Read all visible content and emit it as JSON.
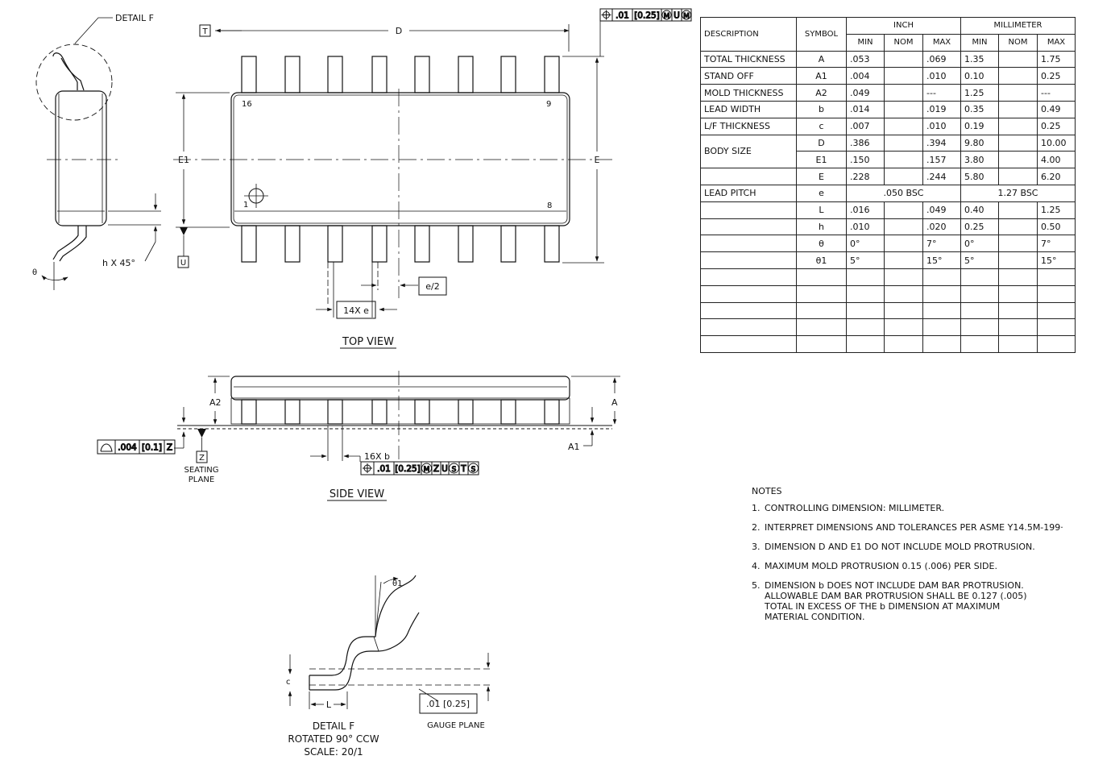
{
  "top_view": {
    "caption": "TOP VIEW",
    "dim_d": "D",
    "dim_e1": "E1",
    "dim_e": "E",
    "datum_t": "T",
    "datum_u": "U",
    "pin_16": "16",
    "pin_9": "9",
    "pin_1": "1",
    "pin_8": "8",
    "half_pitch": "e/2",
    "pitch_count": "14X e",
    "position_fcf": [
      ".01",
      "[0.25]",
      "M",
      "U",
      "M"
    ]
  },
  "detail_f_callout": {
    "label": "DETAIL F",
    "chamfer": "h X 45°",
    "angle": "θ"
  },
  "side_view": {
    "caption": "SIDE VIEW",
    "dim_a": "A",
    "dim_a1": "A1",
    "dim_a2": "A2",
    "lead_width": "16X b",
    "coplanarity_fcf": [
      ".004",
      "[0.1]",
      "Z"
    ],
    "datum_z": "Z",
    "seating_plane": "SEATING\nPLANE",
    "position_fcf": [
      ".01",
      "[0.25]",
      "M",
      "Z",
      "U",
      "S",
      "T",
      "S"
    ]
  },
  "detail_f": {
    "caption_1": "DETAIL  F",
    "caption_2": "ROTATED 90° CCW",
    "caption_3": "SCALE: 20/1",
    "theta1": "θ1",
    "dim_c": "c",
    "dim_l": "L",
    "gauge_value": ".01 [0.25]",
    "gauge_plane": "GAUGE PLANE"
  },
  "table": {
    "header": {
      "description": "DESCRIPTION",
      "symbol": "SYMBOL",
      "inch": "INCH",
      "millimeter": "MILLIMETER",
      "min": "MIN",
      "nom": "NOM",
      "max": "MAX"
    },
    "rows": [
      {
        "desc": "TOTAL THICKNESS",
        "sym": "A",
        "in_min": ".053",
        "in_nom": "",
        "in_max": ".069",
        "mm_min": "1.35",
        "mm_nom": "",
        "mm_max": "1.75"
      },
      {
        "desc": "STAND OFF",
        "sym": "A1",
        "in_min": ".004",
        "in_nom": "",
        "in_max": ".010",
        "mm_min": "0.10",
        "mm_nom": "",
        "mm_max": "0.25"
      },
      {
        "desc": "MOLD THICKNESS",
        "sym": "A2",
        "in_min": ".049",
        "in_nom": "",
        "in_max": "---",
        "mm_min": "1.25",
        "mm_nom": "",
        "mm_max": "---"
      },
      {
        "desc": "LEAD WIDTH",
        "sym": "b",
        "in_min": ".014",
        "in_nom": "",
        "in_max": ".019",
        "mm_min": "0.35",
        "mm_nom": "",
        "mm_max": "0.49"
      },
      {
        "desc": "L/F THICKNESS",
        "sym": "c",
        "in_min": ".007",
        "in_nom": "",
        "in_max": ".010",
        "mm_min": "0.19",
        "mm_nom": "",
        "mm_max": "0.25"
      },
      {
        "desc": "BODY SIZE",
        "sym": "D",
        "in_min": ".386",
        "in_nom": "",
        "in_max": ".394",
        "mm_min": "9.80",
        "mm_nom": "",
        "mm_max": "10.00"
      },
      {
        "desc": "",
        "sym": "E1",
        "in_min": ".150",
        "in_nom": "",
        "in_max": ".157",
        "mm_min": "3.80",
        "mm_nom": "",
        "mm_max": "4.00"
      },
      {
        "desc": "",
        "sym": "E",
        "in_min": ".228",
        "in_nom": "",
        "in_max": ".244",
        "mm_min": "5.80",
        "mm_nom": "",
        "mm_max": "6.20"
      },
      {
        "desc": "LEAD PITCH",
        "sym": "e",
        "in_bsc": ".050 BSC",
        "mm_bsc": "1.27 BSC"
      },
      {
        "desc": "",
        "sym": "L",
        "in_min": ".016",
        "in_nom": "",
        "in_max": ".049",
        "mm_min": "0.40",
        "mm_nom": "",
        "mm_max": "1.25"
      },
      {
        "desc": "",
        "sym": "h",
        "in_min": ".010",
        "in_nom": "",
        "in_max": ".020",
        "mm_min": "0.25",
        "mm_nom": "",
        "mm_max": "0.50"
      },
      {
        "desc": "",
        "sym": "θ",
        "in_min": "0°",
        "in_nom": "",
        "in_max": "7°",
        "mm_min": "0°",
        "mm_nom": "",
        "mm_max": "7°"
      },
      {
        "desc": "",
        "sym": "θ1",
        "in_min": "5°",
        "in_nom": "",
        "in_max": "15°",
        "mm_min": "5°",
        "mm_nom": "",
        "mm_max": "15°"
      },
      {
        "desc": "",
        "sym": "",
        "in_min": "",
        "in_nom": "",
        "in_max": "",
        "mm_min": "",
        "mm_nom": "",
        "mm_max": ""
      },
      {
        "desc": "",
        "sym": "",
        "in_min": "",
        "in_nom": "",
        "in_max": "",
        "mm_min": "",
        "mm_nom": "",
        "mm_max": ""
      },
      {
        "desc": "",
        "sym": "",
        "in_min": "",
        "in_nom": "",
        "in_max": "",
        "mm_min": "",
        "mm_nom": "",
        "mm_max": ""
      },
      {
        "desc": "",
        "sym": "",
        "in_min": "",
        "in_nom": "",
        "in_max": "",
        "mm_min": "",
        "mm_nom": "",
        "mm_max": ""
      },
      {
        "desc": "",
        "sym": "",
        "in_min": "",
        "in_nom": "",
        "in_max": "",
        "mm_min": "",
        "mm_nom": "",
        "mm_max": ""
      }
    ]
  },
  "notes": {
    "title": "NOTES",
    "items": [
      "CONTROLLING DIMENSION: MILLIMETER.",
      "INTERPRET DIMENSIONS AND TOLERANCES PER ASME Y14.5M-199·",
      "DIMENSION D AND E1 DO NOT INCLUDE MOLD PROTRUSION.",
      "MAXIMUM MOLD PROTRUSION 0.15 (.006) PER SIDE.",
      "DIMENSION b DOES NOT INCLUDE DAM BAR PROTRUSION.\n   ALLOWABLE DAM BAR PROTRUSION SHALL BE 0.127 (.005)\n   TOTAL IN EXCESS OF THE b DIMENSION AT MAXIMUM\n   MATERIAL CONDITION."
    ]
  }
}
